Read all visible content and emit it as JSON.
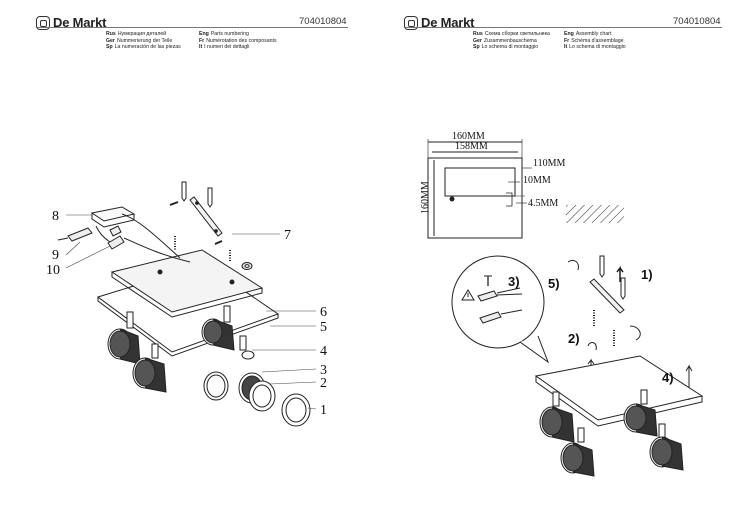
{
  "left_page": {
    "brand": "De Markt",
    "code": "704010804",
    "captions_col1": [
      {
        "lang": "Rus",
        "text": "Нумерация деталей"
      },
      {
        "lang": "Ger",
        "text": "Nummerierung der Teile"
      },
      {
        "lang": "Sp",
        "text": "La numeración de las piezas"
      }
    ],
    "captions_col2": [
      {
        "lang": "Eng",
        "text": "Parts numbering"
      },
      {
        "lang": "Fr",
        "text": "Numérotation des composants"
      },
      {
        "lang": "It",
        "text": "I numeri dei dettagli"
      }
    ],
    "part_numbers": [
      "8",
      "9",
      "10",
      "7",
      "6",
      "5",
      "4",
      "3",
      "2",
      "1"
    ]
  },
  "right_page": {
    "brand": "De Markt",
    "code": "704010804",
    "captions_col1": [
      {
        "lang": "Rus",
        "text": "Схема сборки светильника"
      },
      {
        "lang": "Ger",
        "text": "Zusammenbauschema"
      },
      {
        "lang": "Sp",
        "text": "Lo schema di montaggio"
      }
    ],
    "captions_col2": [
      {
        "lang": "Eng",
        "text": "Assembly chart"
      },
      {
        "lang": "Fr",
        "text": "Schéma d'assemblage"
      },
      {
        "lang": "It",
        "text": "Lo schema di montaggio"
      }
    ],
    "dimensions": {
      "outer_width": "160MM",
      "inner_width": "158MM",
      "bracket_width": "110MM",
      "depth": "10MM",
      "height": "160MM",
      "hole": "4.5MM"
    },
    "steps": [
      "1)",
      "2)",
      "3)",
      "4)",
      "5)"
    ]
  }
}
